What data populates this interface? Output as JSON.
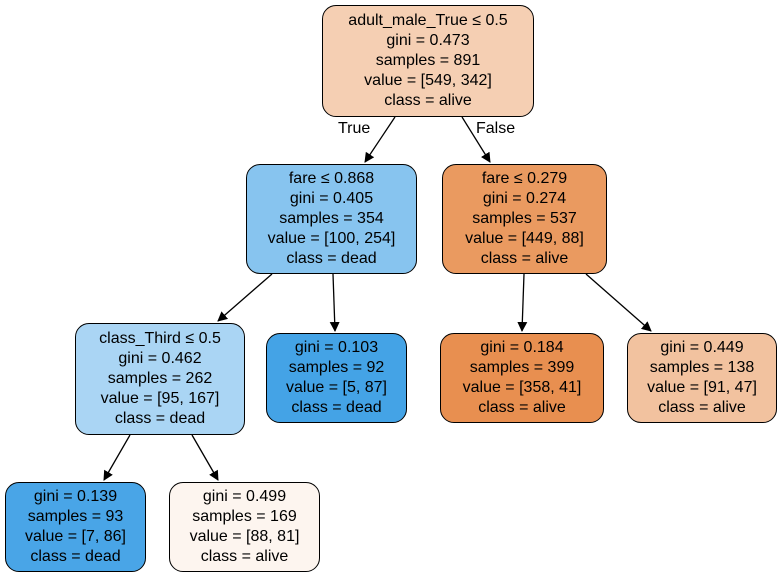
{
  "tree": {
    "edge_labels": {
      "true_label": "True",
      "false_label": "False"
    },
    "nodes": {
      "n0": {
        "lines": [
          "adult_male_True ≤ 0.5",
          "gini = 0.473",
          "samples = 891",
          "value = [549, 342]",
          "class = alive"
        ],
        "fill": "#f5cfb3"
      },
      "n1": {
        "lines": [
          "fare ≤ 0.868",
          "gini = 0.405",
          "samples = 354",
          "value = [100, 254]",
          "class = dead"
        ],
        "fill": "#87c4ef"
      },
      "n2": {
        "lines": [
          "class_Third ≤ 0.5",
          "gini = 0.462",
          "samples = 262",
          "value = [95, 167]",
          "class = dead"
        ],
        "fill": "#aad5f4"
      },
      "n3": {
        "lines": [
          "gini = 0.139",
          "samples = 93",
          "value = [7, 86]",
          "class = dead"
        ],
        "fill": "#49a5e7"
      },
      "n4": {
        "lines": [
          "gini = 0.499",
          "samples = 169",
          "value = [88, 81]",
          "class = alive"
        ],
        "fill": "#fdf5ef"
      },
      "n5": {
        "lines": [
          "gini = 0.103",
          "samples = 92",
          "value = [5, 87]",
          "class = dead"
        ],
        "fill": "#44a3e6"
      },
      "n6": {
        "lines": [
          "fare ≤ 0.279",
          "gini = 0.274",
          "samples = 537",
          "value = [449, 88]",
          "class = alive"
        ],
        "fill": "#ea9a60"
      },
      "n7": {
        "lines": [
          "gini = 0.184",
          "samples = 399",
          "value = [358, 41]",
          "class = alive"
        ],
        "fill": "#e88f50"
      },
      "n8": {
        "lines": [
          "gini = 0.449",
          "samples = 138",
          "value = [91, 47]",
          "class = alive"
        ],
        "fill": "#f2c29f"
      }
    }
  }
}
